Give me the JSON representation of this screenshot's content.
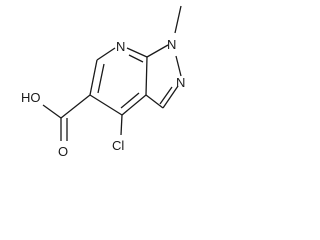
{
  "molecule": {
    "atoms": {
      "hydroxyl": "HO",
      "carbonyl_oxygen": "O",
      "pyridine_nitrogen": "N",
      "n1_nitrogen": "N",
      "n2_nitrogen": "N",
      "chlorine": "Cl"
    }
  }
}
